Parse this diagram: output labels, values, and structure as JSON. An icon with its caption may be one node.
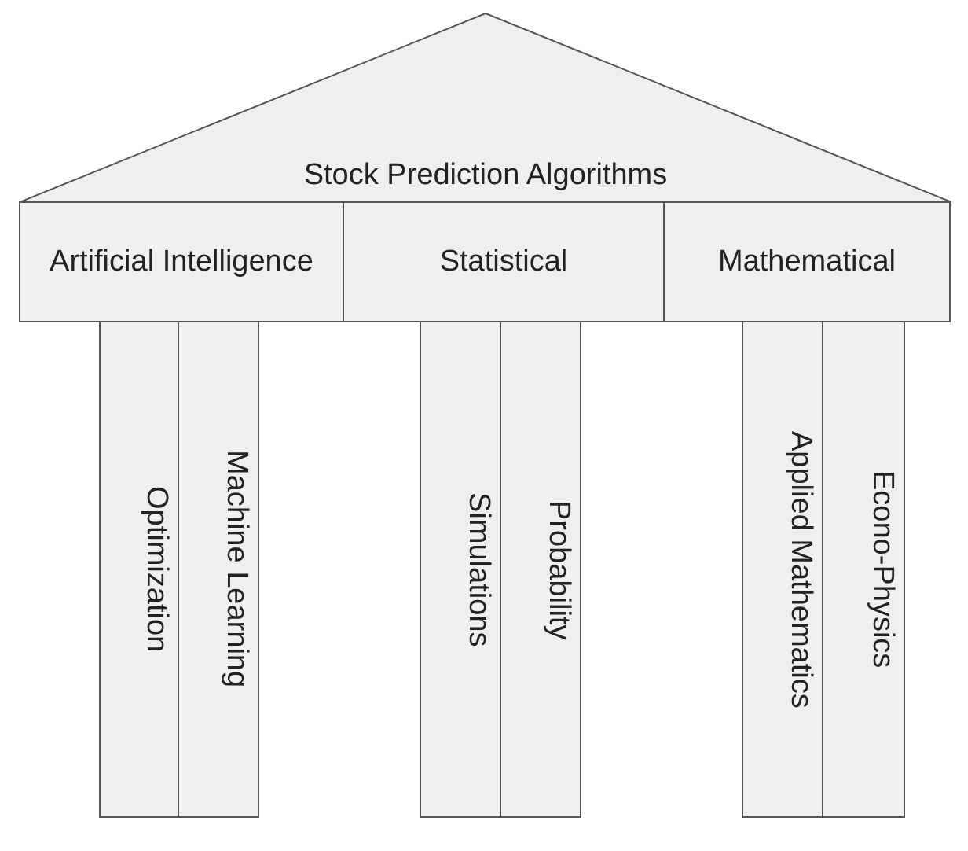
{
  "diagram": {
    "nodes": [
      {
        "text": [
          "Stock Prediction Algorithms"
        ]
      },
      {
        "text": [
          "Artificial Intelligence"
        ]
      },
      {
        "text": [
          "Statistical"
        ]
      },
      {
        "text": [
          "Mathematical"
        ]
      },
      {
        "text": [
          "Optimization"
        ]
      },
      {
        "text": [
          "Machine Learning"
        ]
      },
      {
        "text": [
          "Simulations"
        ]
      },
      {
        "text": [
          "Probability"
        ]
      },
      {
        "text": [
          "Applied Mathematics"
        ]
      },
      {
        "text": [
          "Econo-Physics"
        ]
      }
    ],
    "edges": []
  }
}
